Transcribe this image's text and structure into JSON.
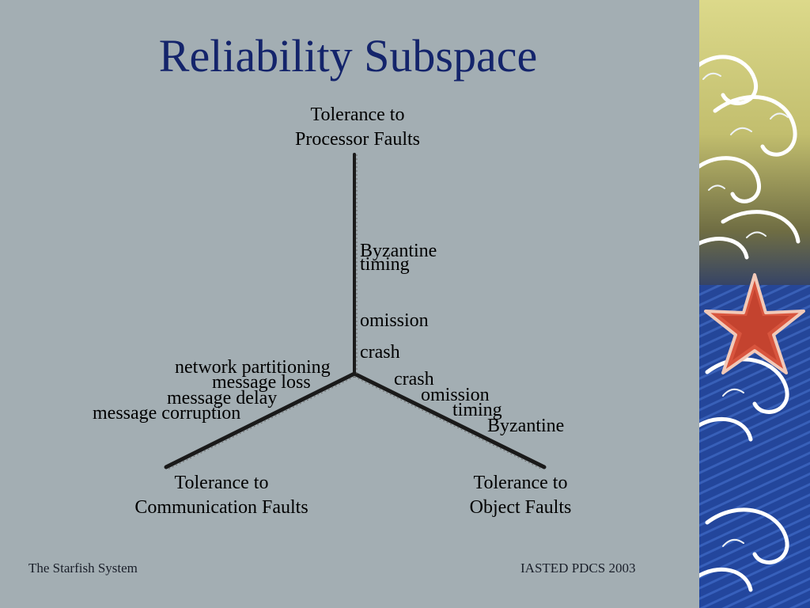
{
  "slide": {
    "title": "Reliability Subspace",
    "footer_left": "The Starfish System",
    "footer_right": "IASTED PDCS 2003"
  },
  "axes": {
    "processor": {
      "title_line1": "Tolerance to",
      "title_line2": "Processor Faults",
      "levels": [
        "Byzantine",
        "timing",
        "omission",
        "crash"
      ]
    },
    "communication": {
      "title_line1": "Tolerance to",
      "title_line2": "Communication Faults",
      "levels": [
        "network partitioning",
        "message loss",
        "message delay",
        "message corruption"
      ]
    },
    "object": {
      "title_line1": "Tolerance to",
      "title_line2": "Object Faults",
      "levels": [
        "crash",
        "omission",
        "timing",
        "Byzantine"
      ]
    }
  },
  "colors": {
    "background": "#a3aeb3",
    "title": "#14246b",
    "axis_line": "#1a1a1a"
  },
  "decoration": {
    "side_panel": "ocean-wave-artwork",
    "starfish": "starfish-icon"
  }
}
